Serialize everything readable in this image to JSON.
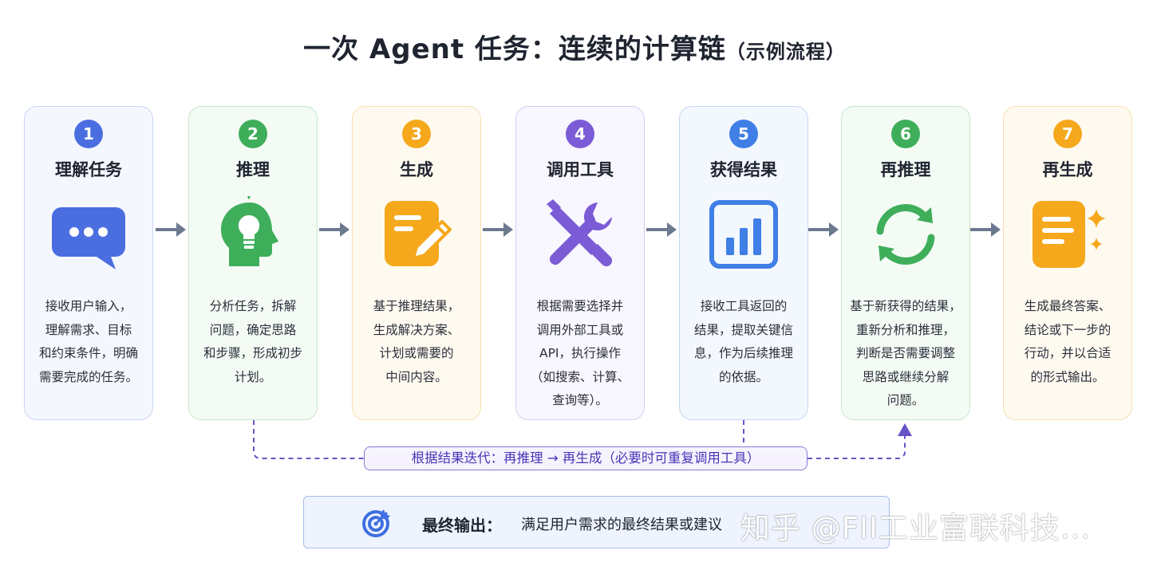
{
  "title": {
    "main": "一次 Agent 任务：连续的计算链",
    "sub": "（示例流程）"
  },
  "steps": [
    {
      "number": "1",
      "title": "理解任务",
      "description": "接收用户输入，\n理解需求、目标\n和约束条件，明确\n需要完成的任务。",
      "icon": "chat-bubble-icon",
      "accent": "#4a6ee0",
      "border": "#c9d6f2",
      "bg": "#f4f7fe"
    },
    {
      "number": "2",
      "title": "推理",
      "description": "分析任务，拆解\n问题，确定思路\n和步骤，形成初步\n计划。",
      "icon": "head-lightbulb-icon",
      "accent": "#3fae5a",
      "border": "#c6e6cc",
      "bg": "#f4fbf5"
    },
    {
      "number": "3",
      "title": "生成",
      "description": "基于推理结果，\n生成解决方案、\n计划或需要的\n中间内容。",
      "icon": "document-pen-icon",
      "accent": "#f5a81c",
      "border": "#f6e0b0",
      "bg": "#fffaf0"
    },
    {
      "number": "4",
      "title": "调用工具",
      "description": "根据需要选择并\n调用外部工具或\nAPI，执行操作\n（如搜索、计算、\n查询等）。",
      "icon": "wrench-screwdriver-icon",
      "accent": "#7b5cd6",
      "border": "#d6cdf0",
      "bg": "#f8f6fe"
    },
    {
      "number": "5",
      "title": "获得结果",
      "description": "接收工具返回的\n结果，提取关键信\n息，作为后续推理\n的依据。",
      "icon": "bar-chart-icon",
      "accent": "#3f7fe6",
      "border": "#c6d8f4",
      "bg": "#f3f7fe"
    },
    {
      "number": "6",
      "title": "再推理",
      "description": "基于新获得的结果，\n重新分析和推理，\n判断是否需要调整\n思路或继续分解\n问题。",
      "icon": "refresh-icon",
      "accent": "#3fae5a",
      "border": "#c6e6cc",
      "bg": "#f4fbf5"
    },
    {
      "number": "7",
      "title": "再生成",
      "description": "生成最终答案、\n结论或下一步的\n行动，并以合适\n的形式输出。",
      "icon": "document-sparkle-icon",
      "accent": "#f5a81c",
      "border": "#f6e0b0",
      "bg": "#fffaf0"
    }
  ],
  "loop": {
    "label": "根据结果迭代：再推理 → 再生成（必要时可重复调用工具）",
    "color": "#6a52c8"
  },
  "final_output": {
    "label": "最终输出：",
    "text": "满足用户需求的最终结果或建议",
    "icon": "target-icon",
    "accent": "#3f6fe0"
  },
  "watermark": "知乎 @FII工业富联科技..."
}
